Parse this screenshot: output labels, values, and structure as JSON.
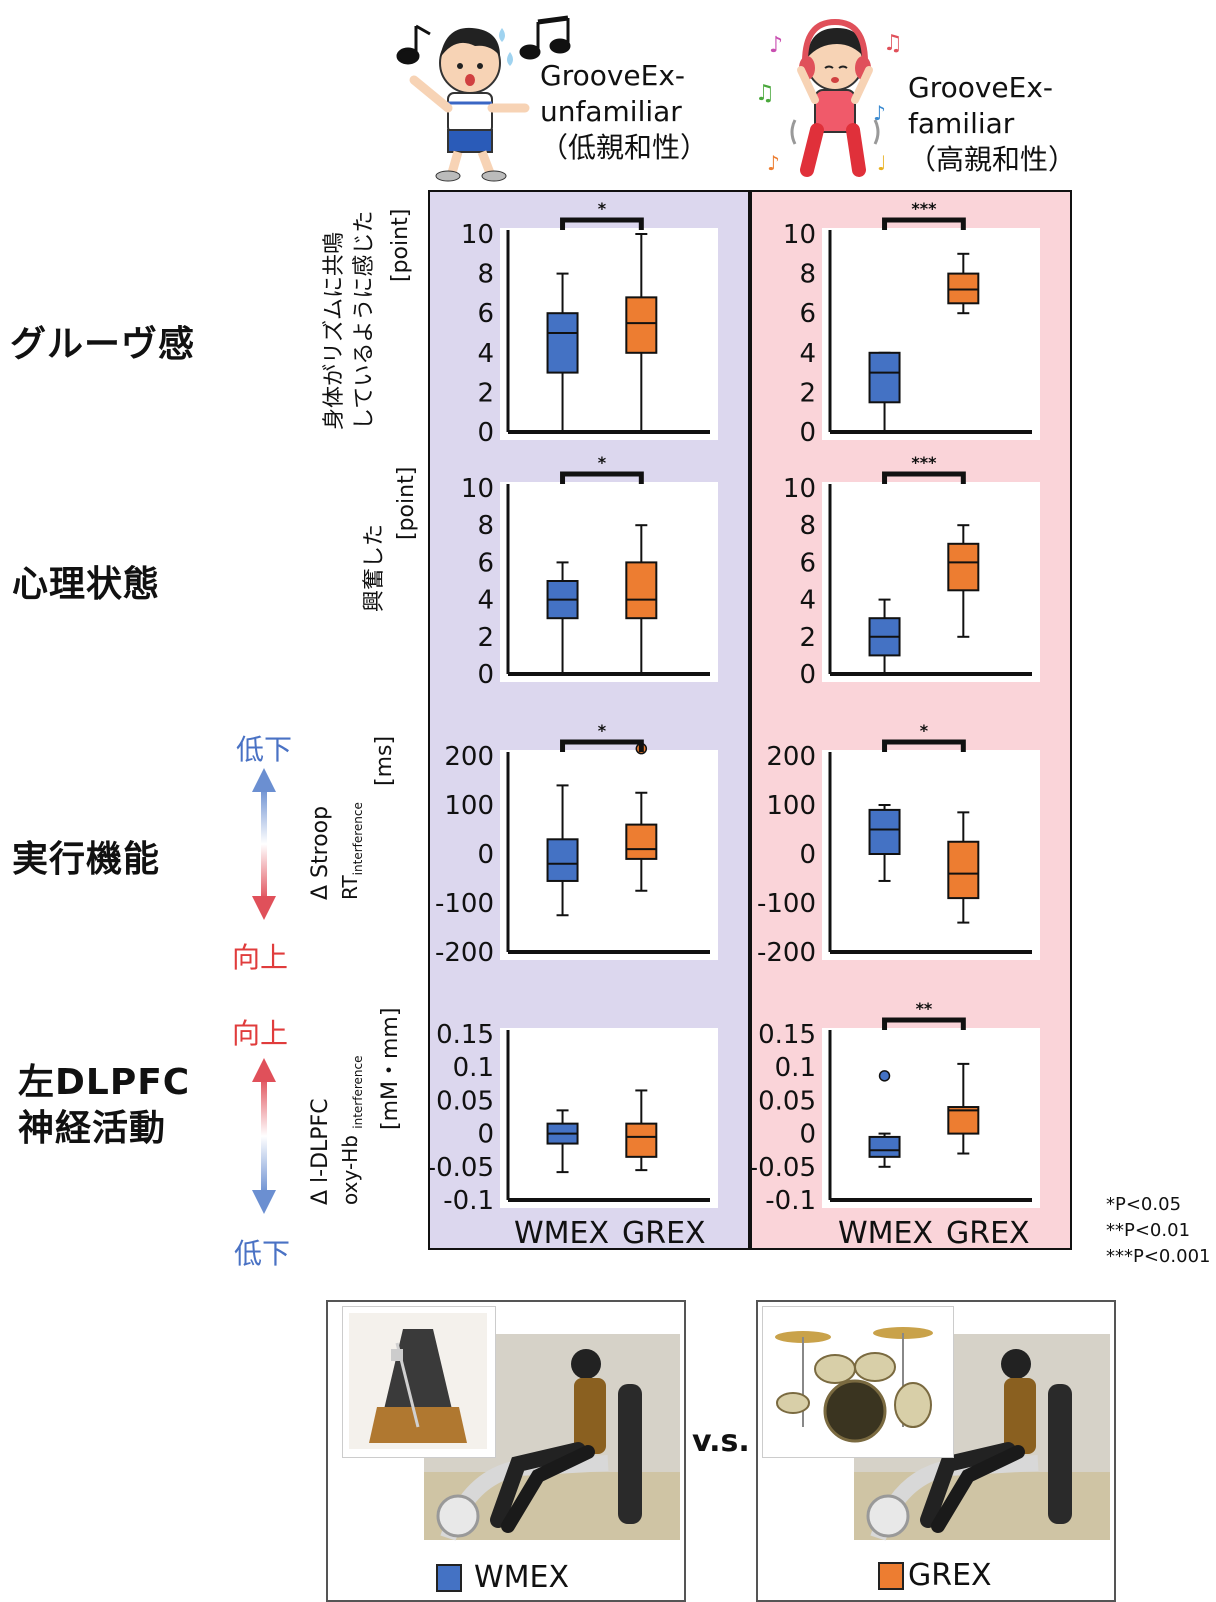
{
  "conditions": {
    "unfamiliar": {
      "line1": "GrooveEx-",
      "line2": "unfamiliar",
      "line3": "（低親和性）"
    },
    "familiar": {
      "line1": "GrooveEx-",
      "line2": "familiar",
      "line3": "（高親和性）"
    }
  },
  "rows": [
    {
      "label": "グルーヴ感",
      "ytitle_line1": "身体がリズムに共鳴",
      "ytitle_line2": "しているように感じた",
      "unit": "[point]"
    },
    {
      "label": "心理状態",
      "ytitle_line1": "興奮した",
      "unit": "[point]"
    },
    {
      "label": "実行機能",
      "ytitle_line1": "Δ Stroop",
      "ytitle_line2_main": "RT",
      "ytitle_line2_sub": "interference",
      "unit": "[ms]"
    },
    {
      "label_line1": "左DLPFC",
      "label_line2": "神経活動",
      "ytitle_line1": "Δ l-DLPFC",
      "ytitle_line2_main": "oxy-Hb",
      "ytitle_line2_sub": "interference",
      "unit": "[mM・mm]"
    }
  ],
  "arrows": {
    "exec_top": "低下",
    "exec_bottom": "向上",
    "dlpfc_top": "向上",
    "dlpfc_bottom": "低下"
  },
  "x_categories": [
    "WMEX",
    "GREX"
  ],
  "significance_legend": [
    "*P<0.05",
    "**P<0.01",
    "***P<0.001"
  ],
  "bottom": {
    "vs": "v.s.",
    "left_legend": "WMEX",
    "right_legend": "GREX"
  },
  "colors": {
    "wmex": "#4472c4",
    "grex": "#ed7d31",
    "unfamiliar_panel": "#dcd7ee",
    "familiar_panel": "#fad4d9",
    "arrow_up_blue": "#6b8fd1",
    "arrow_red": "#e0505a",
    "text_blue": "#4a72c4",
    "text_red": "#e03c3c"
  },
  "chart_data": [
    {
      "type": "box",
      "row": "グルーヴ感",
      "condition": "GrooveEx-unfamiliar",
      "ylim": [
        0,
        10
      ],
      "yticks": [
        "10",
        "8",
        "6",
        "4",
        "2",
        "0"
      ],
      "significance": "*",
      "categories": [
        "WMEX",
        "GREX"
      ],
      "boxes": [
        {
          "whisker_low": 0,
          "q1": 3,
          "median": 5,
          "q3": 6,
          "whisker_high": 8
        },
        {
          "whisker_low": 0,
          "q1": 4,
          "median": 5.5,
          "q3": 6.8,
          "whisker_high": 10
        }
      ]
    },
    {
      "type": "box",
      "row": "グルーヴ感",
      "condition": "GrooveEx-familiar",
      "ylim": [
        0,
        10
      ],
      "yticks": [
        "10",
        "8",
        "6",
        "4",
        "2",
        "0"
      ],
      "significance": "***",
      "categories": [
        "WMEX",
        "GREX"
      ],
      "boxes": [
        {
          "whisker_low": 0,
          "q1": 1.5,
          "median": 3,
          "q3": 4,
          "whisker_high": 4
        },
        {
          "whisker_low": 6,
          "q1": 6.5,
          "median": 7.2,
          "q3": 8,
          "whisker_high": 9
        }
      ]
    },
    {
      "type": "box",
      "row": "心理状態",
      "condition": "GrooveEx-unfamiliar",
      "ylim": [
        0,
        10
      ],
      "yticks": [
        "10",
        "8",
        "6",
        "4",
        "2",
        "0"
      ],
      "significance": "*",
      "categories": [
        "WMEX",
        "GREX"
      ],
      "boxes": [
        {
          "whisker_low": 0,
          "q1": 3,
          "median": 4,
          "q3": 5,
          "whisker_high": 6
        },
        {
          "whisker_low": 0,
          "q1": 3,
          "median": 4,
          "q3": 6,
          "whisker_high": 8
        }
      ]
    },
    {
      "type": "box",
      "row": "心理状態",
      "condition": "GrooveEx-familiar",
      "ylim": [
        0,
        10
      ],
      "yticks": [
        "10",
        "8",
        "6",
        "4",
        "2",
        "0"
      ],
      "significance": "***",
      "categories": [
        "WMEX",
        "GREX"
      ],
      "boxes": [
        {
          "whisker_low": 0,
          "q1": 1,
          "median": 2,
          "q3": 3,
          "whisker_high": 4
        },
        {
          "whisker_low": 2,
          "q1": 4.5,
          "median": 6,
          "q3": 7,
          "whisker_high": 8
        }
      ]
    },
    {
      "type": "box",
      "row": "実行機能",
      "condition": "GrooveEx-unfamiliar",
      "ylim": [
        -200,
        200
      ],
      "yticks": [
        "200",
        "100",
        "0",
        "-100",
        "-200"
      ],
      "significance": "*",
      "categories": [
        "WMEX",
        "GREX"
      ],
      "boxes": [
        {
          "whisker_low": -125,
          "q1": -55,
          "median": -20,
          "q3": 30,
          "whisker_high": 140
        },
        {
          "whisker_low": -75,
          "q1": -10,
          "median": 10,
          "q3": 60,
          "whisker_high": 125,
          "outliers": [
            215
          ]
        }
      ]
    },
    {
      "type": "box",
      "row": "実行機能",
      "condition": "GrooveEx-familiar",
      "ylim": [
        -200,
        200
      ],
      "yticks": [
        "200",
        "100",
        "0",
        "-100",
        "-200"
      ],
      "significance": "*",
      "categories": [
        "WMEX",
        "GREX"
      ],
      "boxes": [
        {
          "whisker_low": -55,
          "q1": 0,
          "median": 50,
          "q3": 90,
          "whisker_high": 100
        },
        {
          "whisker_low": -140,
          "q1": -90,
          "median": -40,
          "q3": 25,
          "whisker_high": 85
        }
      ]
    },
    {
      "type": "box",
      "row": "左DLPFC神経活動",
      "condition": "GrooveEx-unfamiliar",
      "ylim": [
        -0.1,
        0.15
      ],
      "yticks": [
        "0.15",
        "0.1",
        "0.05",
        "0",
        "-0.05",
        "-0.1"
      ],
      "significance": "",
      "categories": [
        "WMEX",
        "GREX"
      ],
      "boxes": [
        {
          "whisker_low": -0.058,
          "q1": -0.015,
          "median": 0,
          "q3": 0.015,
          "whisker_high": 0.035
        },
        {
          "whisker_low": -0.055,
          "q1": -0.035,
          "median": -0.005,
          "q3": 0.015,
          "whisker_high": 0.065
        }
      ]
    },
    {
      "type": "box",
      "row": "左DLPFC神経活動",
      "condition": "GrooveEx-familiar",
      "ylim": [
        -0.1,
        0.15
      ],
      "yticks": [
        "0.15",
        "0.1",
        "0.05",
        "0",
        "-0.05",
        "-0.1"
      ],
      "significance": "**",
      "categories": [
        "WMEX",
        "GREX"
      ],
      "boxes": [
        {
          "whisker_low": -0.05,
          "q1": -0.035,
          "median": -0.025,
          "q3": -0.005,
          "whisker_high": 0,
          "outliers": [
            0.087
          ]
        },
        {
          "whisker_low": -0.03,
          "q1": 0,
          "median": 0.035,
          "q3": 0.04,
          "whisker_high": 0.105
        }
      ]
    }
  ]
}
